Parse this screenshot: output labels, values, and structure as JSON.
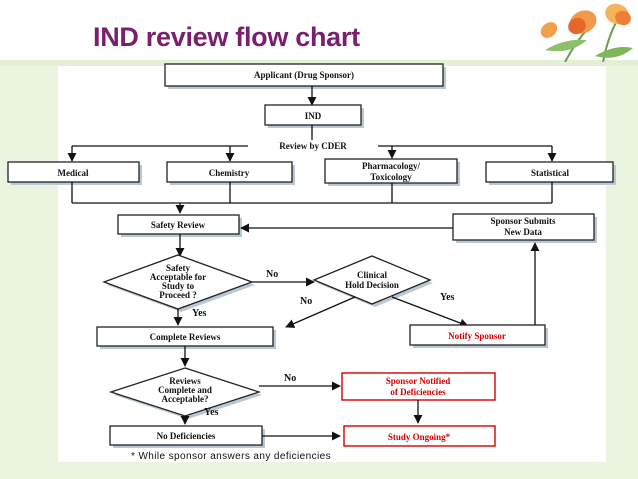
{
  "title": "IND review flow chart",
  "nodes": {
    "applicant": "Applicant (Drug Sponsor)",
    "ind": "IND",
    "review_by_cder": "Review by CDER",
    "medical": "Medical",
    "chemistry": "Chemistry",
    "pharm_tox_line1": "Pharmacology/",
    "pharm_tox_line2": "Toxicology",
    "statistical": "Statistical",
    "safety_review": "Safety Review",
    "sponsor_submits_line1": "Sponsor Submits",
    "sponsor_submits_line2": "New Data",
    "safety_q_line1": "Safety",
    "safety_q_line2": "Acceptable for",
    "safety_q_line3": "Study to",
    "safety_q_line4": "Proceed ?",
    "clinical_hold_line1": "Clinical",
    "clinical_hold_line2": "Hold Decision",
    "complete_reviews": "Complete Reviews",
    "notify_sponsor": "Notify Sponsor",
    "reviews_q_line1": "Reviews",
    "reviews_q_line2": "Complete and",
    "reviews_q_line3": "Acceptable?",
    "sponsor_notified_line1": "Sponsor Notified",
    "sponsor_notified_line2": "of Deficiencies",
    "no_deficiencies": "No Deficiencies",
    "study_ongoing": "Study Ongoing*"
  },
  "edge_labels": {
    "safety_no": "No",
    "safety_yes": "Yes",
    "hold_no": "No",
    "hold_yes": "Yes",
    "reviews_no": "No",
    "reviews_yes": "Yes"
  },
  "footnote": "* While sponsor answers any deficiencies",
  "colors": {
    "title": "#7a1f6e",
    "highlight_text": "#d60000",
    "accent_green": "#eaf4de"
  },
  "decoration": "tulip-flowers"
}
